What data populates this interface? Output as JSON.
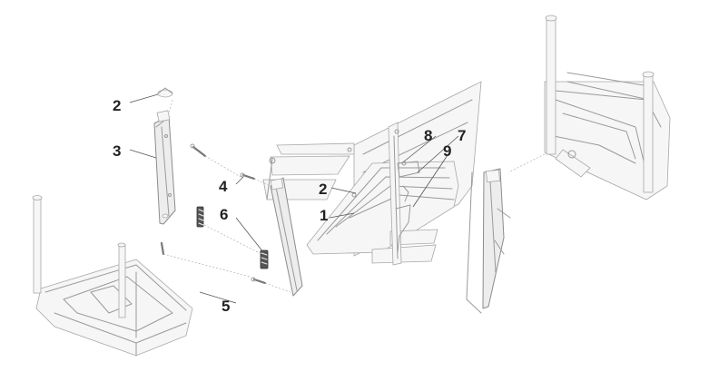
{
  "diagram": {
    "callouts": [
      {
        "id": "c1",
        "label": "1"
      },
      {
        "id": "c2a",
        "label": "2"
      },
      {
        "id": "c2b",
        "label": "2"
      },
      {
        "id": "c3",
        "label": "3"
      },
      {
        "id": "c4",
        "label": "4"
      },
      {
        "id": "c5",
        "label": "5"
      },
      {
        "id": "c6",
        "label": "6"
      },
      {
        "id": "c7",
        "label": "7"
      },
      {
        "id": "c8",
        "label": "8"
      },
      {
        "id": "c9",
        "label": "9"
      }
    ]
  },
  "colors": {
    "line": "#9a9a9a",
    "fill": "#ededed",
    "text": "#222222"
  }
}
